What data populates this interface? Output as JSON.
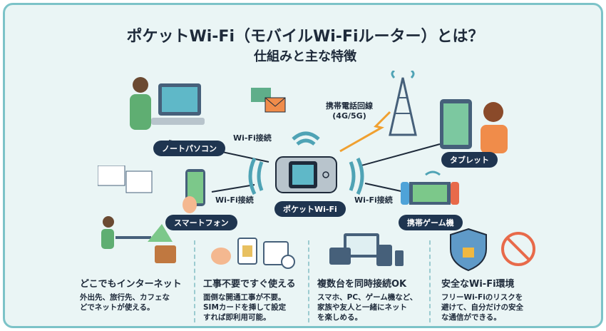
{
  "title": "ポケットWi-Fi（モバイルWi-Fiルーター）とは？",
  "subtitle": "仕組みと主な特徴",
  "center": {
    "label": "ポケットWi-Fi"
  },
  "tower": {
    "label_line1": "携帯電話回線",
    "label_line2": "(4G/5G)"
  },
  "devices": [
    {
      "label": "ノートパソコン",
      "connection": "Wi-Fi接続"
    },
    {
      "label": "スマートフォン",
      "connection": "Wi-Fi接続"
    },
    {
      "label": "タブレット"
    },
    {
      "label": "携帯ゲーム機",
      "connection": "Wi-Fi接続"
    }
  ],
  "features": [
    {
      "title": "どこでもインターネット",
      "desc": "外出先、旅行先、カフェな\nどでネットが使える。"
    },
    {
      "title": "工事不要ですぐ使える",
      "desc": "面倒な開通工事が不要。\nSIMカードを挿して設定\nすれば即利用可能。"
    },
    {
      "title": "複数台を同時接続OK",
      "desc": "スマホ、PC、ゲーム機など、\n家族や友人と一緒にネット\nを楽しめる。"
    },
    {
      "title": "安全なWi-Fi環境",
      "desc": "フリーWi-Fiのリスクを\n避けて、自分だけの安全\nな通信ができる。"
    }
  ],
  "colors": {
    "bg": "#eaf5f5",
    "navy": "#1f3550",
    "teal": "#4fa3b5",
    "screen": "#5fb8b0"
  }
}
